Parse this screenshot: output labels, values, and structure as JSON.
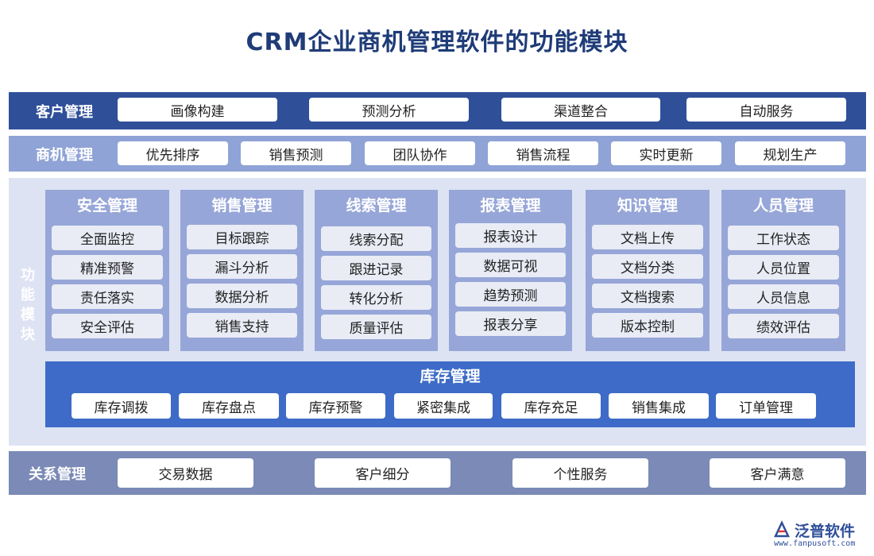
{
  "title": "CRM企业商机管理软件的功能模块",
  "customer": {
    "label": "客户管理",
    "items": [
      "画像构建",
      "预测分析",
      "渠道整合",
      "自动服务"
    ]
  },
  "opportunity": {
    "label": "商机管理",
    "items": [
      "优先排序",
      "销售预测",
      "团队协作",
      "销售流程",
      "实时更新",
      "规划生产"
    ]
  },
  "function": {
    "label": [
      "功",
      "能",
      "模",
      "块"
    ],
    "modules": [
      {
        "title": "安全管理",
        "items": [
          "全面监控",
          "精准预警",
          "责任落实",
          "安全评估"
        ]
      },
      {
        "title": "销售管理",
        "items": [
          "目标跟踪",
          "漏斗分析",
          "数据分析",
          "销售支持"
        ]
      },
      {
        "title": "线索管理",
        "items": [
          "线索分配",
          "跟进记录",
          "转化分析",
          "质量评估"
        ]
      },
      {
        "title": "报表管理",
        "items": [
          "报表设计",
          "数据可视",
          "趋势预测",
          "报表分享"
        ]
      },
      {
        "title": "知识管理",
        "items": [
          "文档上传",
          "文档分类",
          "文档搜索",
          "版本控制"
        ]
      },
      {
        "title": "人员管理",
        "items": [
          "工作状态",
          "人员位置",
          "人员信息",
          "绩效评估"
        ]
      }
    ],
    "inventory": {
      "title": "库存管理",
      "items": [
        "库存调拨",
        "库存盘点",
        "库存预警",
        "紧密集成",
        "库存充足",
        "销售集成",
        "订单管理"
      ]
    }
  },
  "relation": {
    "label": "关系管理",
    "items": [
      "交易数据",
      "客户细分",
      "个性服务",
      "客户满意"
    ]
  },
  "logo": {
    "name": "泛普软件",
    "url": "www.fanpusoft.com"
  }
}
